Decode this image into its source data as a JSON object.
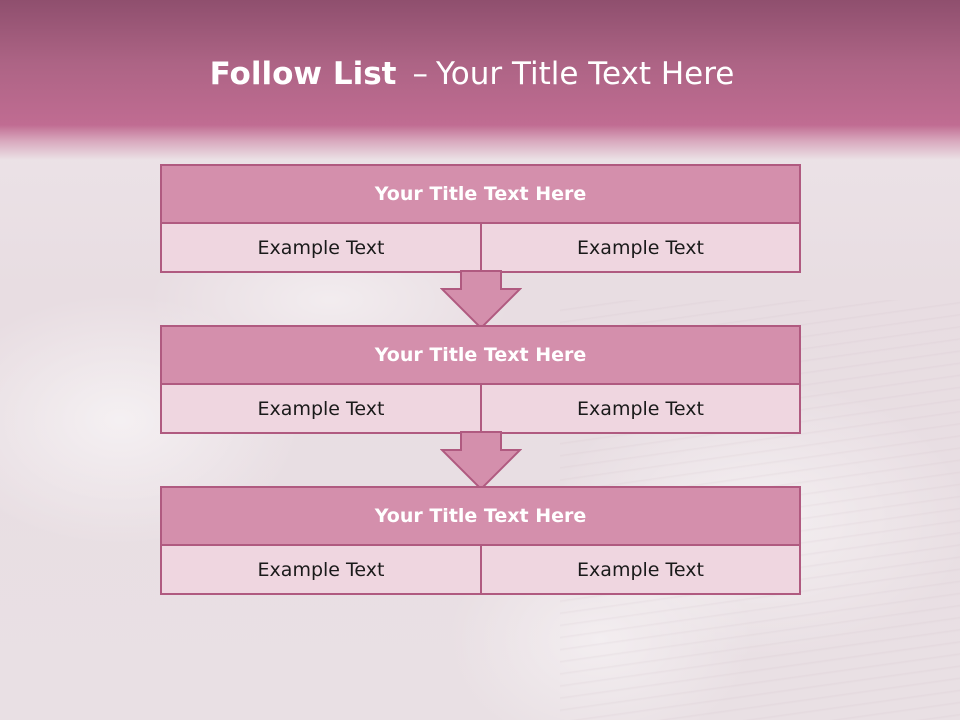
{
  "slide": {
    "title_bold": "Follow List",
    "title_dash": "–",
    "title_rest": "Your Title Text Here"
  },
  "colors": {
    "header": "#c06c92",
    "block_header": "#d48fac",
    "block_cell": "#efd6e0",
    "border": "#b05a80",
    "arrow": "#d48fac"
  },
  "blocks": [
    {
      "title": "Your Title Text Here",
      "left": "Example Text",
      "right": "Example Text"
    },
    {
      "title": "Your Title Text Here",
      "left": "Example Text",
      "right": "Example Text"
    },
    {
      "title": "Your Title Text Here",
      "left": "Example Text",
      "right": "Example Text"
    }
  ]
}
